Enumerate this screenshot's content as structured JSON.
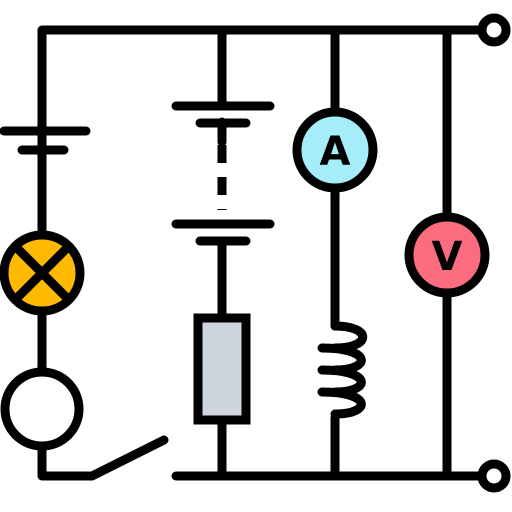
{
  "diagram": {
    "type": "electrical-circuit-icon",
    "components": [
      {
        "id": "cell-left",
        "kind": "battery-cell"
      },
      {
        "id": "lamp",
        "kind": "lamp",
        "icon": "lamp-cross-icon"
      },
      {
        "id": "bell",
        "kind": "circle-component"
      },
      {
        "id": "switch",
        "kind": "open-switch"
      },
      {
        "id": "battery-multi",
        "kind": "multi-cell-battery"
      },
      {
        "id": "resistor",
        "kind": "resistor"
      },
      {
        "id": "ammeter",
        "kind": "ammeter",
        "label": "A"
      },
      {
        "id": "inductor",
        "kind": "inductor-coil"
      },
      {
        "id": "voltmeter",
        "kind": "voltmeter",
        "label": "V"
      },
      {
        "id": "terminal-top",
        "kind": "terminal"
      },
      {
        "id": "terminal-bottom",
        "kind": "terminal"
      }
    ]
  },
  "colors": {
    "stroke": "#000000",
    "lamp_fill": "#ffba00",
    "ammeter_fill": "#a5eef9",
    "voltmeter_fill": "#fb6c7f",
    "resistor_fill": "#cfd5de",
    "component_fill": "#ffffff"
  }
}
